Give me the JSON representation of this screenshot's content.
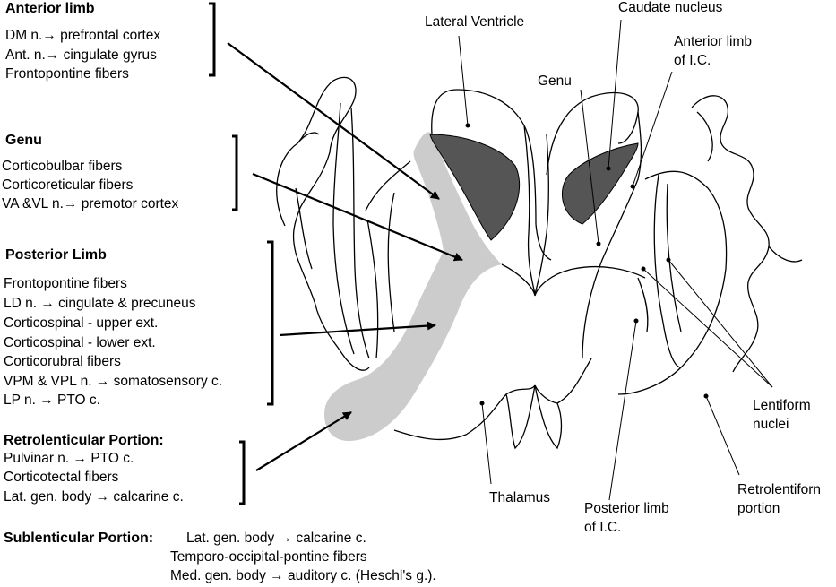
{
  "sections": {
    "anterior": {
      "title": "Anterior limb",
      "lines": [
        "DM n.→ prefrontal cortex",
        "Ant. n.→ cingulate gyrus",
        "Frontopontine fibers"
      ]
    },
    "genu": {
      "title": "Genu",
      "lines": [
        "Corticobulbar fibers",
        "Corticoreticular fibers",
        "VA &VL n.→ premotor cortex"
      ]
    },
    "posterior": {
      "title": "Posterior Limb",
      "lines": [
        "Frontopontine fibers",
        "LD n. → cingulate & precuneus",
        "Corticospinal - upper ext.",
        "Corticospinal - lower ext.",
        "Corticorubral fibers",
        "VPM & VPL n. → somatosensory c.",
        "LP n. → PTO c."
      ]
    },
    "retrolenticular": {
      "title": "Retrolenticular Portion:",
      "lines": [
        "Pulvinar n. → PTO c.",
        "Corticotectal fibers",
        "Lat. gen. body → calcarine c."
      ]
    },
    "sublenticular": {
      "title": "Sublenticular Portion:",
      "lines": [
        "Lat. gen. body → calcarine c.",
        "Temporo-occipital-pontine fibers",
        "Med. gen. body → auditory c.  (Heschl's g.)."
      ]
    }
  },
  "labels": {
    "lateral_ventricle": "Lateral Ventricle",
    "caudate_nucleus": "Caudate nucleus",
    "anterior_limb_ic": [
      "Anterior limb",
      "of I.C."
    ],
    "genu": "Genu",
    "lentiform_nuclei": [
      "Lentiform",
      "nuclei"
    ],
    "thalamus": "Thalamus",
    "posterior_limb_ic": [
      "Posterior limb",
      "of I.C."
    ],
    "retrolentiform": [
      "Retrolentiforn",
      "portion"
    ]
  },
  "colors": {
    "internal_capsule_fill": "#cccccc",
    "caudate_fill": "#555555",
    "outline": "#000000"
  }
}
